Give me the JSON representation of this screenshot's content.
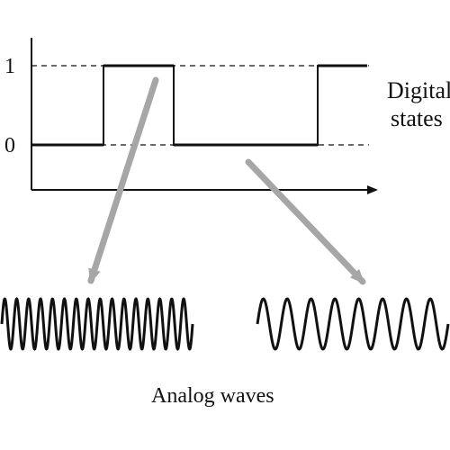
{
  "digital_signal": {
    "level_high_label": "1",
    "level_low_label": "0",
    "states_label_line1": "Digital",
    "states_label_line2": "states",
    "states": [
      0,
      1,
      0,
      1
    ]
  },
  "analog_waves": {
    "label": "Analog waves",
    "waveforms": [
      {
        "name": "high-frequency-wave",
        "cycles": 16
      },
      {
        "name": "low-frequency-wave",
        "cycles": 8
      }
    ]
  },
  "colors": {
    "lines": "#111111",
    "arrows": "#a6a6a6"
  }
}
